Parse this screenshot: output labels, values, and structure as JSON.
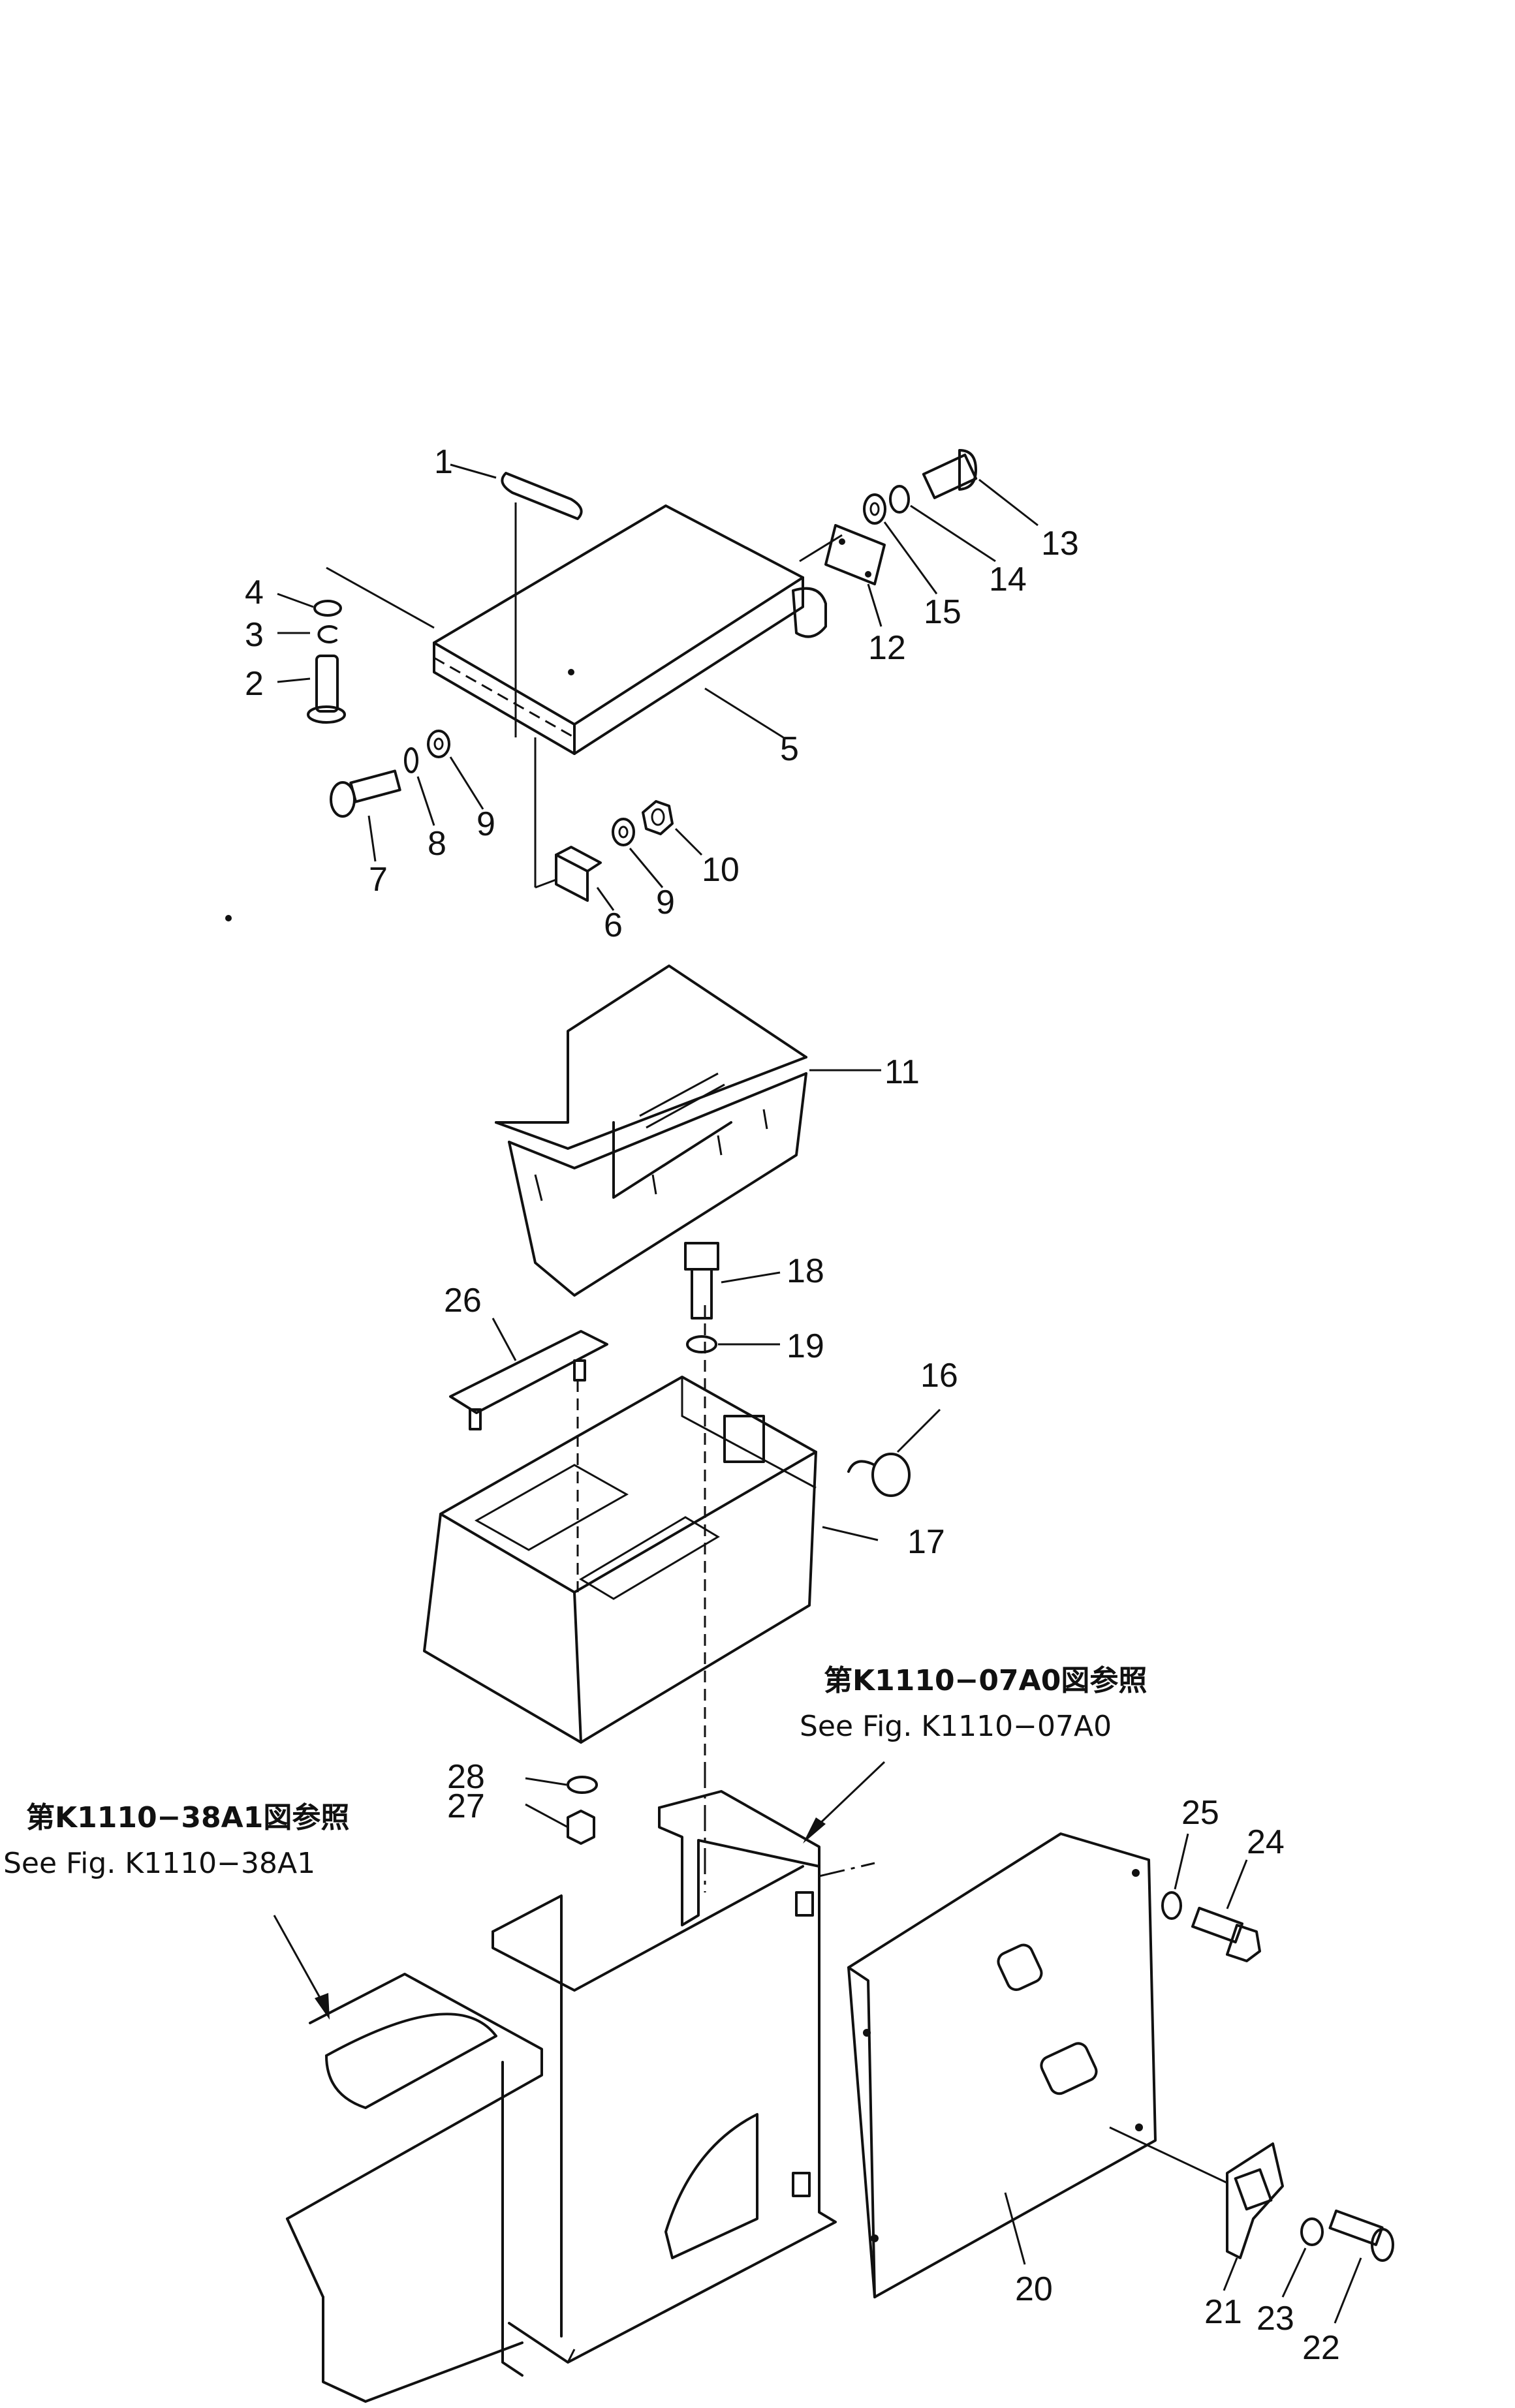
{
  "part_labels": [
    "1",
    "2",
    "3",
    "4",
    "5",
    "6",
    "7",
    "8",
    "9",
    "9",
    "10",
    "11",
    "12",
    "13",
    "14",
    "15",
    "16",
    "17",
    "18",
    "19",
    "20",
    "21",
    "22",
    "23",
    "24",
    "25",
    "26",
    "27",
    "28"
  ],
  "references": {
    "ref_a_jp": "第K1110−07A0図参照",
    "ref_a_en": "See Fig.  K1110−07A0",
    "ref_b_jp": "第K1110−38A1図参照",
    "ref_b_en": "See Fig.  K1110−38A1"
  }
}
